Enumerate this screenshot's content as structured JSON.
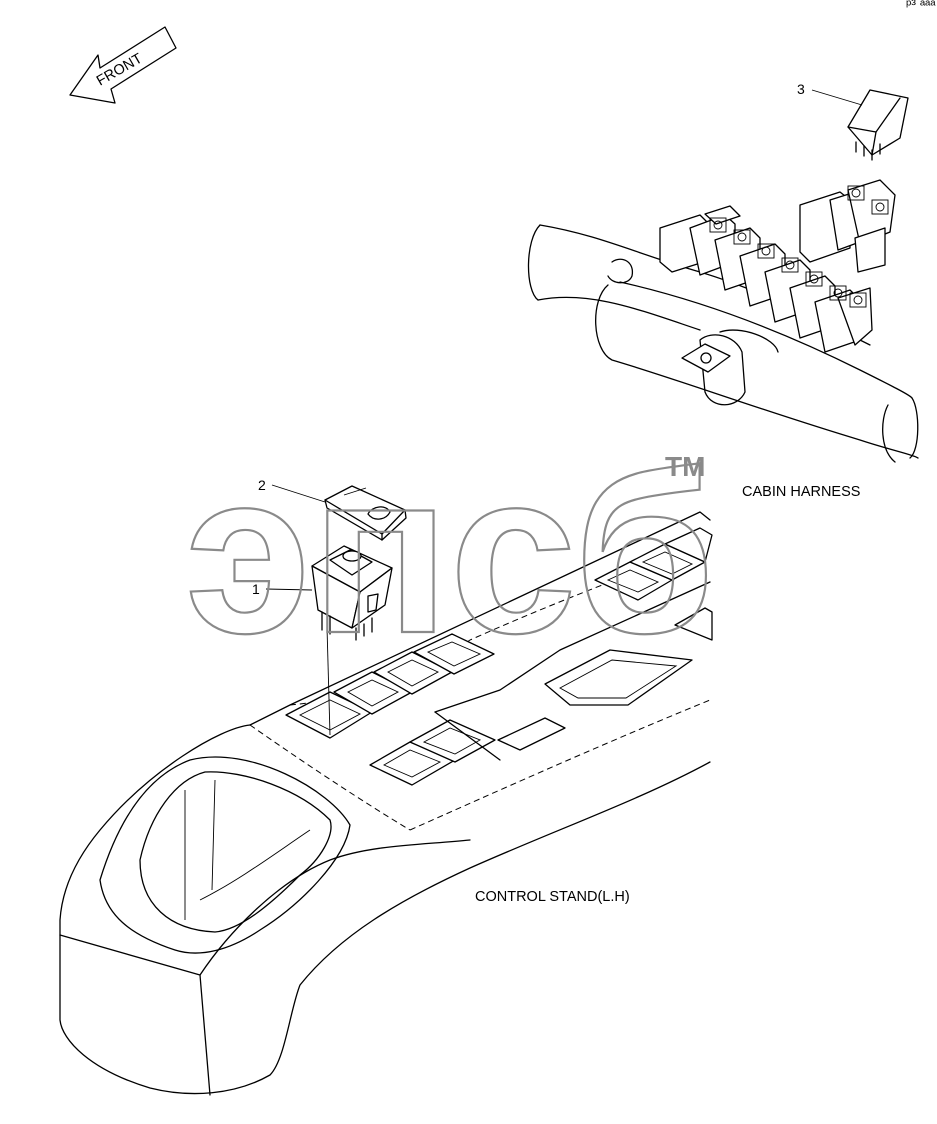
{
  "diagram": {
    "front_arrow_label": "FRONT",
    "corner_mark": "ᵖ³ ᵃᵃᵃ",
    "labels": {
      "cabin_harness": "CABIN HARNESS",
      "control_stand": "CONTROL STAND(L.H)"
    },
    "callouts": [
      {
        "id": "callout-1",
        "number": "1"
      },
      {
        "id": "callout-2",
        "number": "2"
      },
      {
        "id": "callout-3",
        "number": "3"
      }
    ],
    "watermark": {
      "text": "эпсб",
      "trademark": "TM"
    }
  },
  "colors": {
    "line": "#000000",
    "watermark": "#8a8a8a",
    "background": "#ffffff"
  }
}
